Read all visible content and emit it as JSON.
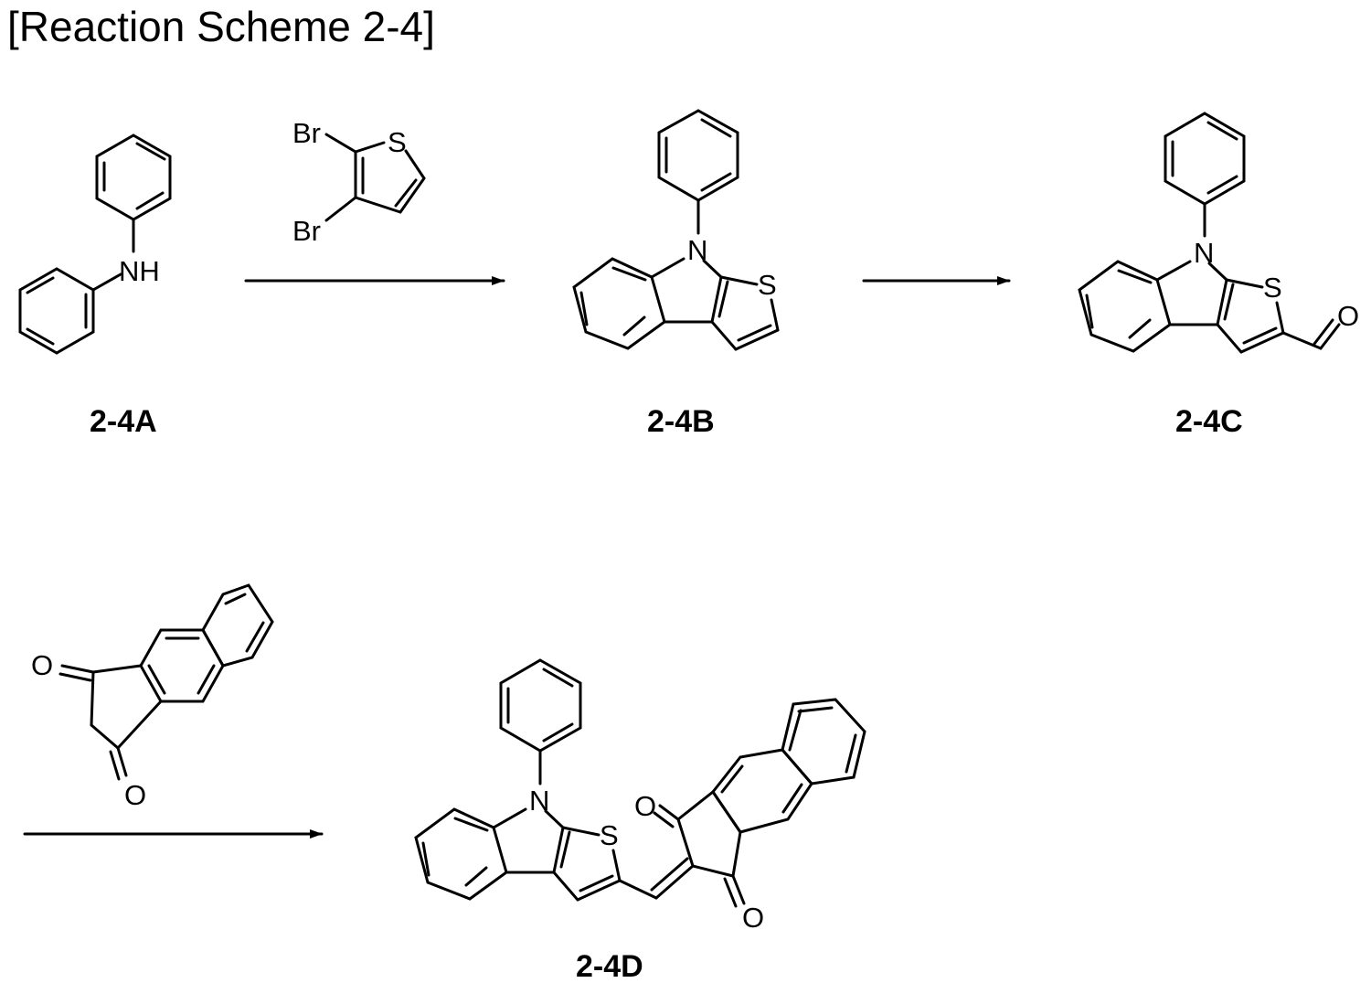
{
  "title": "[Reaction Scheme 2-4]",
  "compounds": {
    "a": "2-4A",
    "b": "2-4B",
    "c": "2-4C",
    "d": "2-4D"
  },
  "atoms": {
    "nh": "NH",
    "n": "N",
    "s": "S",
    "o": "O",
    "br": "Br"
  }
}
